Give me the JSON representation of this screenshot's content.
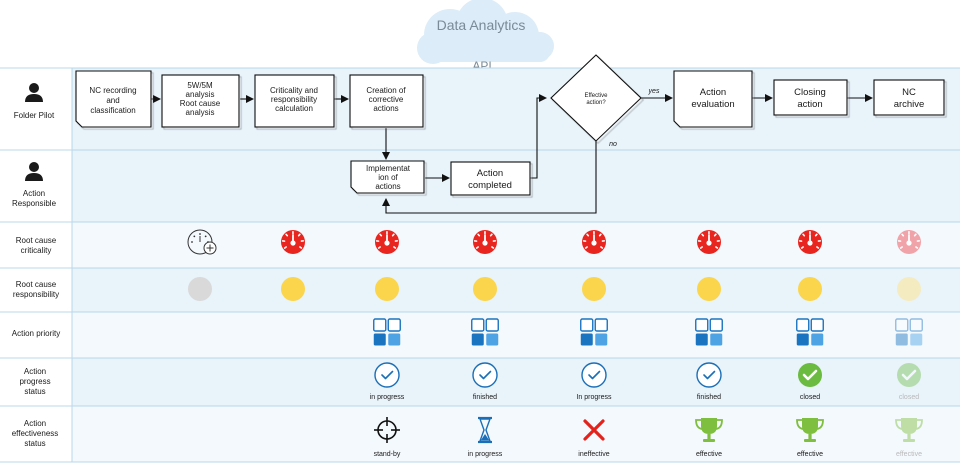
{
  "header": {
    "title": "Data Analytics",
    "subtitle": "API"
  },
  "lanes": [
    {
      "label": "Folder Pilot"
    },
    {
      "label_line1": "Action",
      "label_line2": "Responsible"
    },
    {
      "label_line1": "Root cause",
      "label_line2": "criticality"
    },
    {
      "label_line1": "Root cause",
      "label_line2": "responsibility"
    },
    {
      "label": "Action priority"
    },
    {
      "label_line1": "Action",
      "label_line2": "progress",
      "label_line3": "status"
    },
    {
      "label_line1": "Action",
      "label_line2": "effectiveness",
      "label_line3": "status"
    }
  ],
  "nodes": {
    "nc_recording": [
      "NC recording",
      "and",
      "classification"
    ],
    "analysis": [
      "5W/5M",
      "analysis",
      "Root cause",
      "analysis"
    ],
    "criticality": [
      "Criticality and",
      "responsibility",
      "calculation"
    ],
    "creation": [
      "Creation of",
      "corrective",
      "actions"
    ],
    "implementation": [
      "Implementat",
      "ion of",
      "actions"
    ],
    "action_completed": [
      "Action",
      "completed"
    ],
    "decision": [
      "Effective",
      "action?"
    ],
    "action_evaluation": [
      "Action",
      "evaluation"
    ],
    "closing_action": [
      "Closing",
      "action"
    ],
    "nc_archive": [
      "NC",
      "archive"
    ]
  },
  "edge_labels": {
    "yes": "yes",
    "no": "no"
  },
  "progress_labels": [
    "in progress",
    "finished",
    "In progress",
    "finished",
    "closed",
    "closed"
  ],
  "effectiveness_labels": [
    "stand-by",
    "in progress",
    "ineffective",
    "effective",
    "effective",
    "effective"
  ],
  "colors": {
    "criticality_red": "#e8251f",
    "criticality_faded": "#f0a4aa",
    "responsibility_yellow": "#fbd54b",
    "responsibility_grey": "#d9d9d9",
    "responsibility_faded": "#f5ebc0",
    "priority_dark": "#1b74c0",
    "priority_light": "#4ea3e4",
    "progress_blue": "#1b6fb8",
    "closed_green": "#6abb3f",
    "trophy_green": "#7fbf3f",
    "ineffective_red": "#e3231b"
  }
}
